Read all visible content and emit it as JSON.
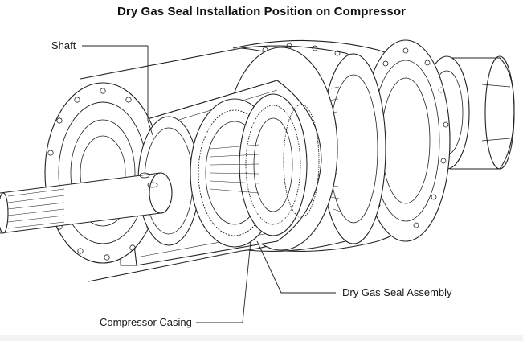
{
  "title": "Dry Gas Seal Installation Position on Compressor",
  "callouts": {
    "shaft": "Shaft",
    "seal_assembly": "Dry Gas Seal Assembly",
    "casing": "Compressor Casing"
  },
  "colors": {
    "line": "#222222",
    "background": "#ffffff"
  }
}
